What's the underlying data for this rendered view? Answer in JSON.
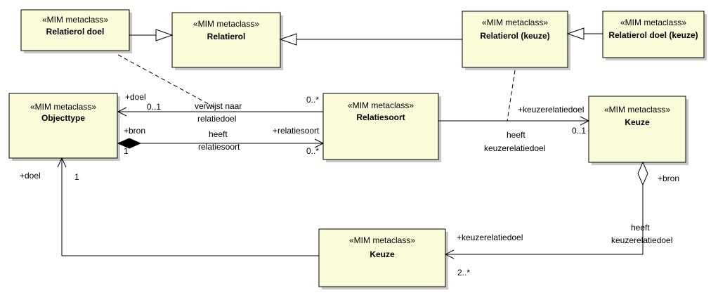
{
  "stereotype": "«MIM metaclass»",
  "classes": {
    "relatierol_doel": "Relatierol doel",
    "relatierol": "Relatierol",
    "relatierol_keuze": "Relatierol (keuze)",
    "relatierol_doel_keuze": "Relatierol doel (keuze)",
    "objecttype": "Objecttype",
    "relatiesoort": "Relatiesoort",
    "keuze_right": "Keuze",
    "keuze_bottom": "Keuze"
  },
  "labels": {
    "doel_role_top": "+doel",
    "mult_01_obj": "0..1",
    "verwijst_1": "verwijst naar",
    "verwijst_2": "relatiedoel",
    "mult_0star_top": "0..*",
    "bron_role": "+bron",
    "mult_1_bron": "1",
    "heeft_1": "heeft",
    "heeft_2": "relatiesoort",
    "relatiesoort_role": "+relatiesoort",
    "mult_0star_bottom": "0..*",
    "keuzerelatiedoel_role_top": "+keuzerelatiedoel",
    "mult_01_keuze": "0..1",
    "heeft_k_1": "heeft",
    "heeft_k_2": "keuzerelatiedoel",
    "doel_role_left": "+doel",
    "mult_1_left": "1",
    "bron_role_right": "+bron",
    "heeft_b_1": "heeft",
    "heeft_b_2": "keuzerelatiedoel",
    "keuzerelatiedoel_role_bottom": "+keuzerelatiedoel",
    "mult_2star": "2..*"
  }
}
